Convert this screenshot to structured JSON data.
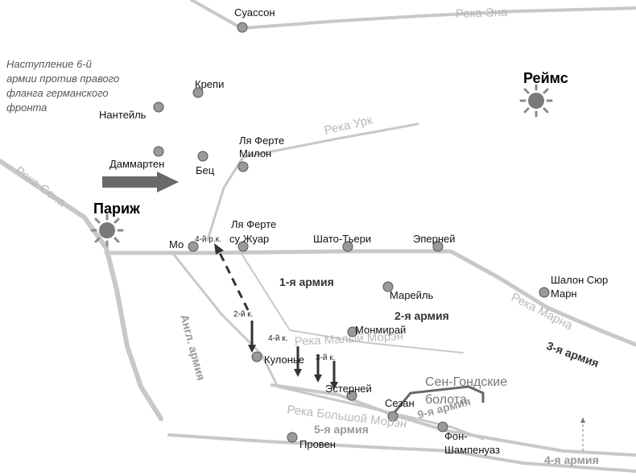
{
  "note": {
    "lines": [
      "Наступление 6-й",
      "армии против правого",
      "фланга германского",
      "фронта"
    ]
  },
  "cities": {
    "paris": "Париж",
    "reims": "Реймс"
  },
  "towns": {
    "soissons": "Суассон",
    "crepy": "Крепи",
    "nanteuil": "Нантейль",
    "dammartin": "Даммартен",
    "betz": "Бец",
    "ferte_milon_1": "Ля Ферте",
    "ferte_milon_2": "Милон",
    "ferte_jouarre_1": "Ля Ферте",
    "ferte_jouarre_2": "су Жуар",
    "meaux": "Мо",
    "chateau_thierry": "Шато-Тьери",
    "epernay": "Эперней",
    "chalons_1": "Шалон Сюр",
    "chalons_2": "Марн",
    "mareuil": "Марейль",
    "montmirail": "Монмирай",
    "coulommiers": "Кулонье",
    "esternay": "Эстерней",
    "sezanne": "Сезан",
    "fere_champenoise_1": "Фон-",
    "fere_champenoise_2": "Шампенуаз",
    "provins": "Провен"
  },
  "rivers": {
    "aisne": "Река Эна",
    "ourcq": "Река Урк",
    "seine": "Река Сена",
    "marne": "Река Марна",
    "petit_morin": "Река Малый Морэн",
    "grand_morin": "Река Большой Морэн"
  },
  "armies": {
    "first": "1-я армия",
    "second": "2-я армия",
    "third": "3-я армия",
    "fourth": "4-я армия",
    "fifth": "5-я армия",
    "ninth": "9-я армия",
    "british": "Англ. армия"
  },
  "corps": {
    "fourth_reserve": "4-й р.к.",
    "second": "2-й к.",
    "fourth": "4-й к.",
    "third": "3-й к."
  },
  "marsh": {
    "line1": "Сен-Гондские",
    "line2": "болота"
  },
  "colors": {
    "river_line": "#c8c8c8",
    "road_line": "#c4c4c4",
    "arrow": "#555555",
    "town_marker": "#9a9a9a"
  }
}
